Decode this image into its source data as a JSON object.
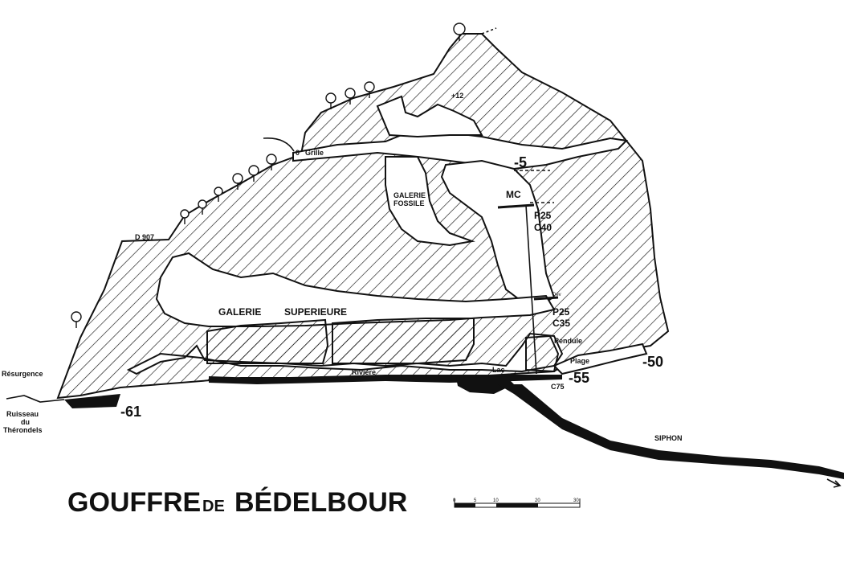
{
  "title": {
    "part1": "GOUFFRE",
    "part2": "DE",
    "part3": "BÉDELBOUR"
  },
  "labels": {
    "road": "D 907",
    "grille": "Grille",
    "entrance_depth": "0",
    "galerie_fossile_1": "GALERIE",
    "galerie_fossile_2": "FOSSILE",
    "galerie": "GALERIE",
    "superieure": "SUPERIEURE",
    "riviere": "Rivière",
    "lac": "Lac",
    "resurgence": "Résurgence",
    "ruisseau_1": "Ruisseau",
    "ruisseau_2": "du",
    "ruisseau_3": "Thérondels",
    "siphon": "SIPHON",
    "mc": "MC",
    "p25_1": "P25",
    "c40": "C40",
    "p25_2": "P25",
    "c35": "C35",
    "c75": "C75",
    "dev": "Dév",
    "pendule": "Pendule",
    "plage": "Plage",
    "plus12": "+12"
  },
  "depths": {
    "d_minus5": "-5",
    "d_minus50": "-50",
    "d_minus55": "-55",
    "d_minus61": "-61"
  },
  "scale": {
    "t0": "0",
    "t5": "5",
    "t10": "10",
    "t20": "20",
    "t30": "30"
  },
  "colors": {
    "ink": "#111111",
    "paper": "#ffffff"
  }
}
